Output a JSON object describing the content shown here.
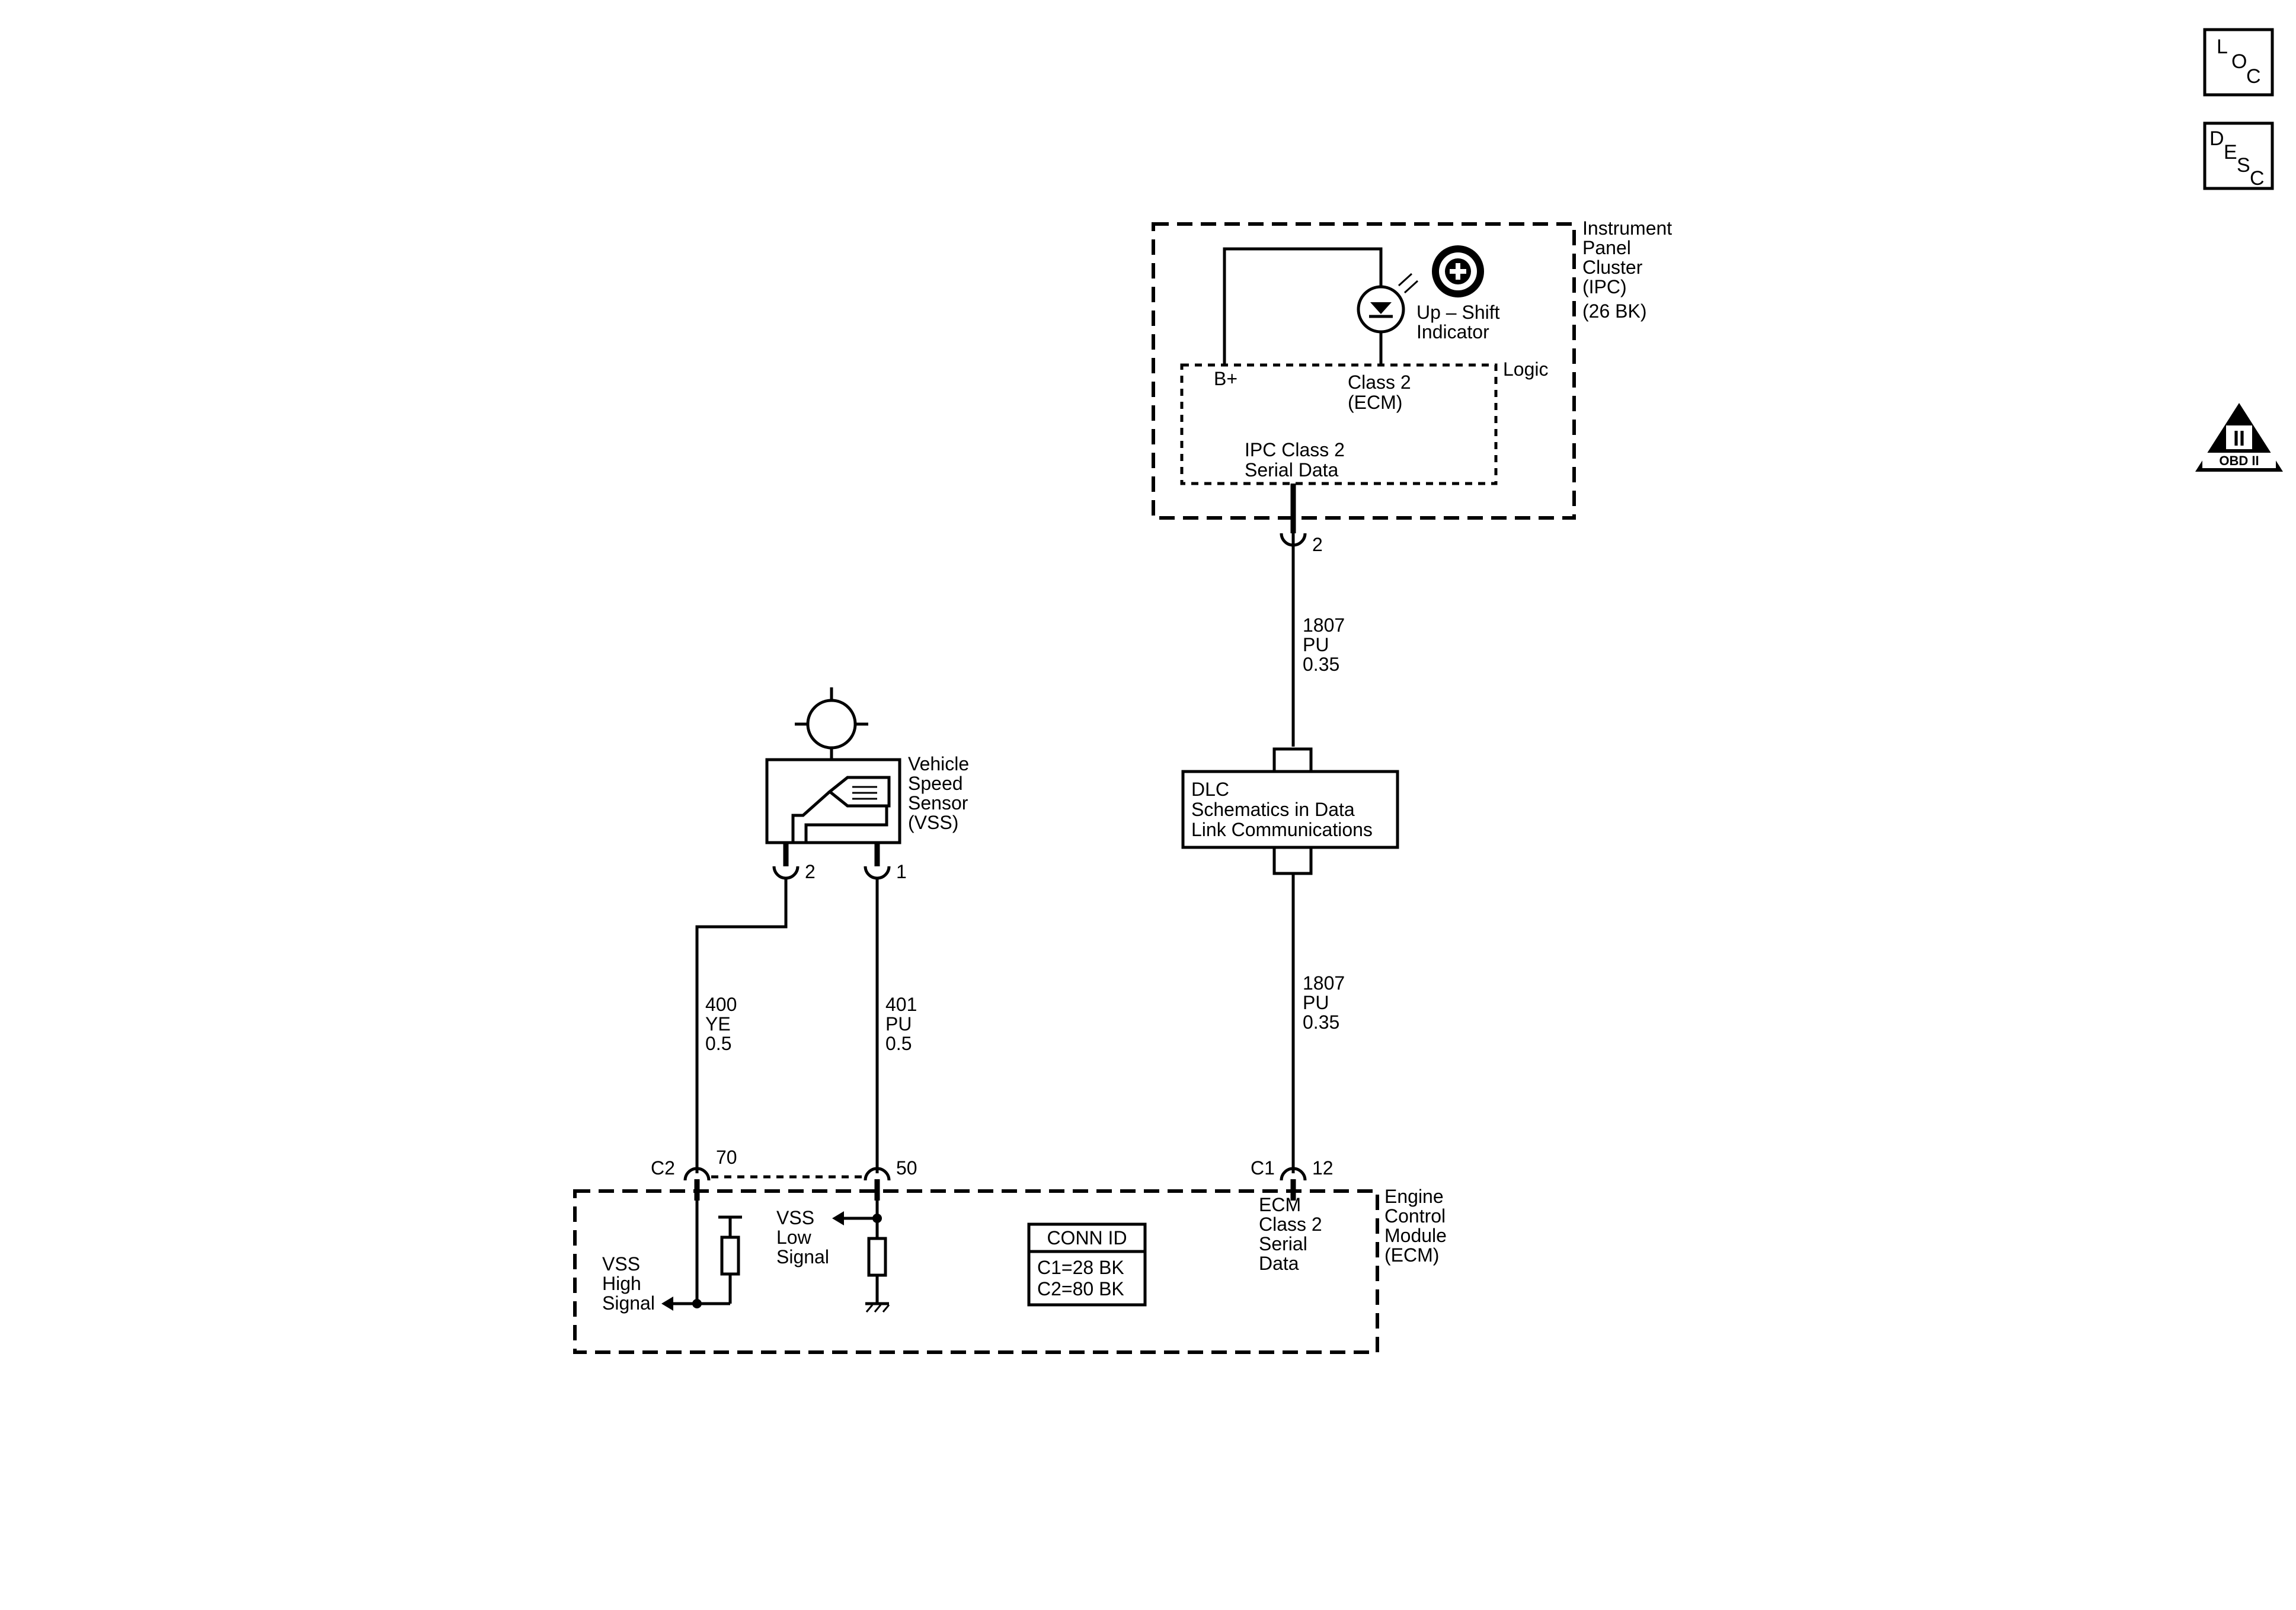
{
  "badges": {
    "loc": [
      "L",
      "O",
      "C"
    ],
    "desc": [
      "D",
      "E",
      "S",
      "C"
    ],
    "obd_numeral": "II",
    "obd_text": "OBD II"
  },
  "ipc": {
    "name": [
      "Instrument",
      "Panel",
      "Cluster",
      "(IPC)",
      "(26 BK)"
    ],
    "indicator": [
      "Up – Shift",
      "Indicator"
    ],
    "logic_label": "Logic",
    "bplus": "B+",
    "class2": [
      "Class 2",
      "(ECM)"
    ],
    "serial": [
      "IPC Class 2",
      "Serial Data"
    ],
    "pin": "2"
  },
  "wire_ipc_dlc": [
    "1807",
    "PU",
    "0.35"
  ],
  "dlc": [
    "DLC",
    "Schematics in Data",
    "Link Communications"
  ],
  "wire_dlc_ecm": [
    "1807",
    "PU",
    "0.35"
  ],
  "vss": {
    "name": [
      "Vehicle",
      "Speed",
      "Sensor",
      "(VSS)"
    ],
    "pin_left": "2",
    "pin_right": "1"
  },
  "wire_400": [
    "400",
    "YE",
    "0.5"
  ],
  "wire_401": [
    "401",
    "PU",
    "0.5"
  ],
  "ecm": {
    "name": [
      "Engine",
      "Control",
      "Module",
      "(ECM)"
    ],
    "c2_label": "C2",
    "c2_pin": "70",
    "pin_50": "50",
    "c1_label": "C1",
    "c1_pin": "12",
    "vss_low": [
      "VSS",
      "Low",
      "Signal"
    ],
    "vss_high": [
      "VSS",
      "High",
      "Signal"
    ],
    "serial": [
      "ECM",
      "Class 2",
      "Serial",
      "Data"
    ],
    "conn_title": "CONN ID",
    "conn_lines": [
      "C1=28 BK",
      "C2=80 BK"
    ]
  }
}
